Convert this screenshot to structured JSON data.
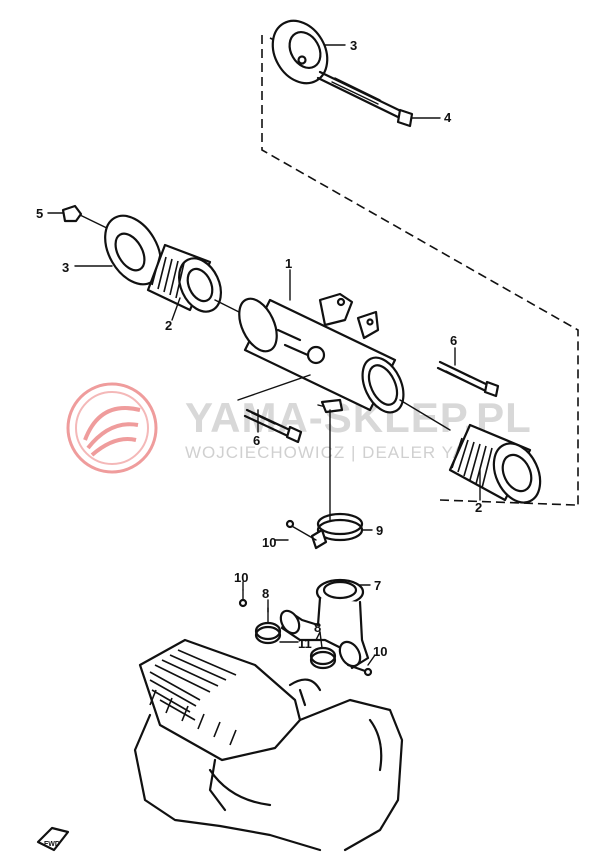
{
  "watermark": {
    "title": "YAMA-SKLEP.PL",
    "subtitle": "WOJCIECHOWICZ | DEALER YAMAHA",
    "logo_color": "#e05a5a",
    "text_color": "#d8d8d8"
  },
  "callouts": [
    {
      "label": "1"
    },
    {
      "label": "2"
    },
    {
      "label": "2"
    },
    {
      "label": "3"
    },
    {
      "label": "3"
    },
    {
      "label": "4"
    },
    {
      "label": "5"
    },
    {
      "label": "6"
    },
    {
      "label": "6"
    },
    {
      "label": "7"
    },
    {
      "label": "8"
    },
    {
      "label": "8"
    },
    {
      "label": "9"
    },
    {
      "label": "10"
    },
    {
      "label": "10"
    },
    {
      "label": "10"
    },
    {
      "label": "11"
    }
  ],
  "fwd_badge": "FWD"
}
